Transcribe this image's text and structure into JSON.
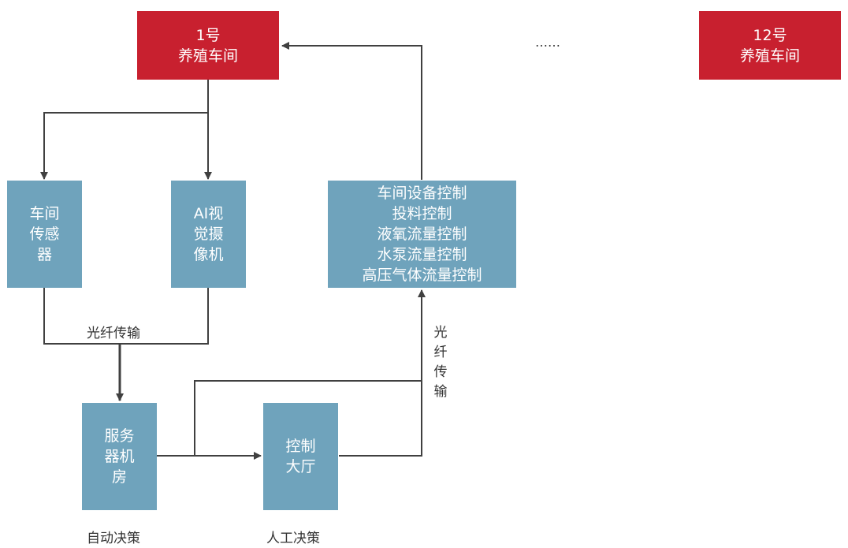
{
  "nodes": {
    "workshop_1": {
      "lines": [
        "1号",
        "养殖车间"
      ]
    },
    "workshop_12": {
      "lines": [
        "12号",
        "养殖车间"
      ]
    },
    "sensor": {
      "lines": [
        "车间",
        "传感",
        "器"
      ]
    },
    "camera": {
      "lines": [
        "AI视",
        "觉摄",
        "像机"
      ]
    },
    "control_list": {
      "lines": [
        "车间设备控制",
        "投料控制",
        "液氧流量控制",
        "水泵流量控制",
        "高压气体流量控制"
      ]
    },
    "server_room": {
      "lines": [
        "服务",
        "器机",
        "房"
      ]
    },
    "control_hall": {
      "lines": [
        "控制",
        "大厅"
      ]
    }
  },
  "labels": {
    "ellipsis": "……",
    "fiber_horizontal": "光纤传输",
    "fiber_vertical": [
      "光",
      "纤",
      "传",
      "输"
    ],
    "auto_decision": "自动决策",
    "manual_decision": "人工决策"
  },
  "colors": {
    "workshop": "#c8202f",
    "module": "#6fa3bc",
    "edge": "#404040"
  }
}
